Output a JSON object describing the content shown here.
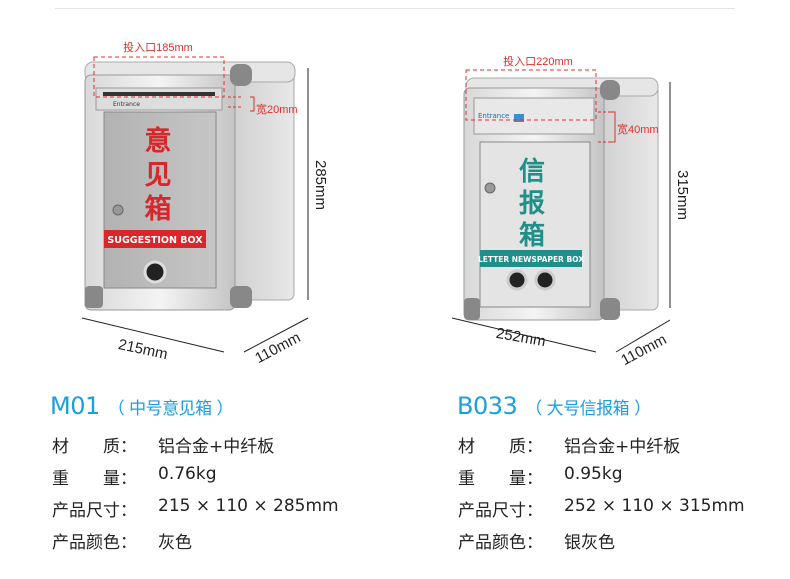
{
  "products": [
    {
      "model": "M01",
      "subtitle": "（ 中号意见箱 ）",
      "box_text_cn": [
        "意",
        "见",
        "箱"
      ],
      "box_text_en": "SUGGESTION BOX",
      "box_slot_text": "Entrance",
      "box_accent": "#d9262a",
      "dims": {
        "slot": "投入口185mm",
        "slot_width": "宽20mm",
        "height": "285mm",
        "width": "215mm",
        "depth": "110mm"
      },
      "specs": [
        {
          "label": "材　　质：",
          "value": "铝合金+中纤板"
        },
        {
          "label": "重　　量：",
          "value": "0.76kg"
        },
        {
          "label": "产品尺寸：",
          "value": "215 × 110 × 285mm"
        },
        {
          "label": "产品颜色：",
          "value": "灰色"
        }
      ]
    },
    {
      "model": "B033",
      "subtitle": "（ 大号信报箱 ）",
      "box_text_cn": [
        "信",
        "报",
        "箱"
      ],
      "box_text_en": "LETTER NEWSPAPER BOX",
      "box_slot_text": "Entrance",
      "box_accent": "#1f8f8a",
      "dims": {
        "slot": "投入口220mm",
        "slot_width": "宽40mm",
        "height": "315mm",
        "width": "252mm",
        "depth": "110mm"
      },
      "specs": [
        {
          "label": "材　　质：",
          "value": "铝合金+中纤板"
        },
        {
          "label": "重　　量：",
          "value": "0.95kg"
        },
        {
          "label": "产品尺寸：",
          "value": "252 × 110 × 315mm"
        },
        {
          "label": "产品颜色：",
          "value": "银灰色"
        }
      ]
    }
  ],
  "colors": {
    "title": "#1a9fe0",
    "dimension_marker": "#e0302a"
  }
}
